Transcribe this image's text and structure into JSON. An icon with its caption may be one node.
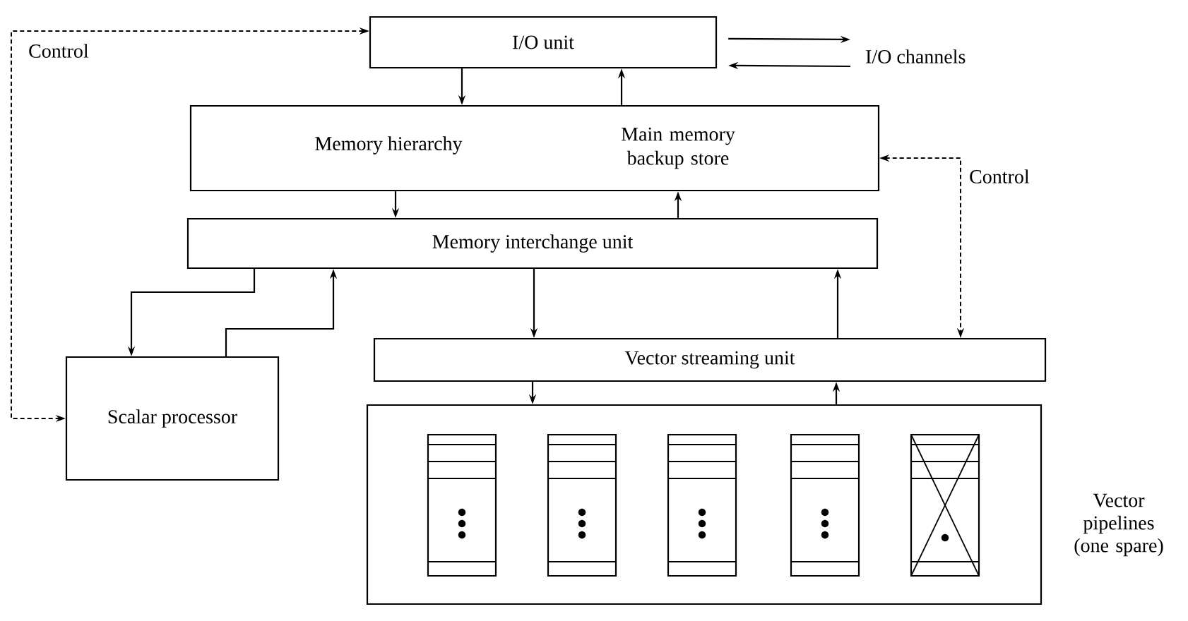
{
  "diagram": {
    "nodes": [
      {
        "text": [
          "I/O unit"
        ]
      },
      {
        "text": [
          "I/O channels"
        ]
      },
      {
        "text": [
          "Memory hierarchy",
          "Main memory backup store"
        ]
      },
      {
        "text": [
          "Memory interchange unit"
        ]
      },
      {
        "text": [
          "Vector streaming unit"
        ]
      },
      {
        "text": [
          "Scalar processor"
        ]
      },
      {
        "text": [
          "Vector pipelines (one spare)"
        ]
      },
      {
        "text": [],
        "shape": "box",
        "in": 6
      },
      {
        "text": [],
        "shape": "box",
        "in": 6
      },
      {
        "text": [],
        "shape": "box",
        "in": 6
      },
      {
        "text": [],
        "shape": "box",
        "in": 6
      },
      {
        "text": [],
        "shape": "box",
        "in": 6
      }
    ],
    "edges": [
      {
        "from": 0,
        "to": 1,
        "arrow": "to"
      },
      {
        "from": 1,
        "to": 0,
        "arrow": "to"
      },
      {
        "from": 0,
        "to": 2,
        "arrow": "to"
      },
      {
        "from": 2,
        "to": 0,
        "arrow": "to"
      },
      {
        "from": 2,
        "to": 3,
        "arrow": "to"
      },
      {
        "from": 3,
        "to": 2,
        "arrow": "to"
      },
      {
        "from": 3,
        "to": 5,
        "arrow": "to"
      },
      {
        "from": 5,
        "to": 3,
        "arrow": "to"
      },
      {
        "from": 3,
        "to": 4,
        "arrow": "to"
      },
      {
        "from": 4,
        "to": 3,
        "arrow": "to"
      },
      {
        "from": 4,
        "to": 6,
        "arrow": "to"
      },
      {
        "from": 6,
        "to": 4,
        "arrow": "to"
      },
      {
        "from": 0,
        "to": 5,
        "arrow": "both",
        "style": "dashed",
        "label": "Control"
      },
      {
        "from": 2,
        "to": 4,
        "arrow": "both",
        "style": "dashed",
        "label": "Control"
      }
    ]
  }
}
